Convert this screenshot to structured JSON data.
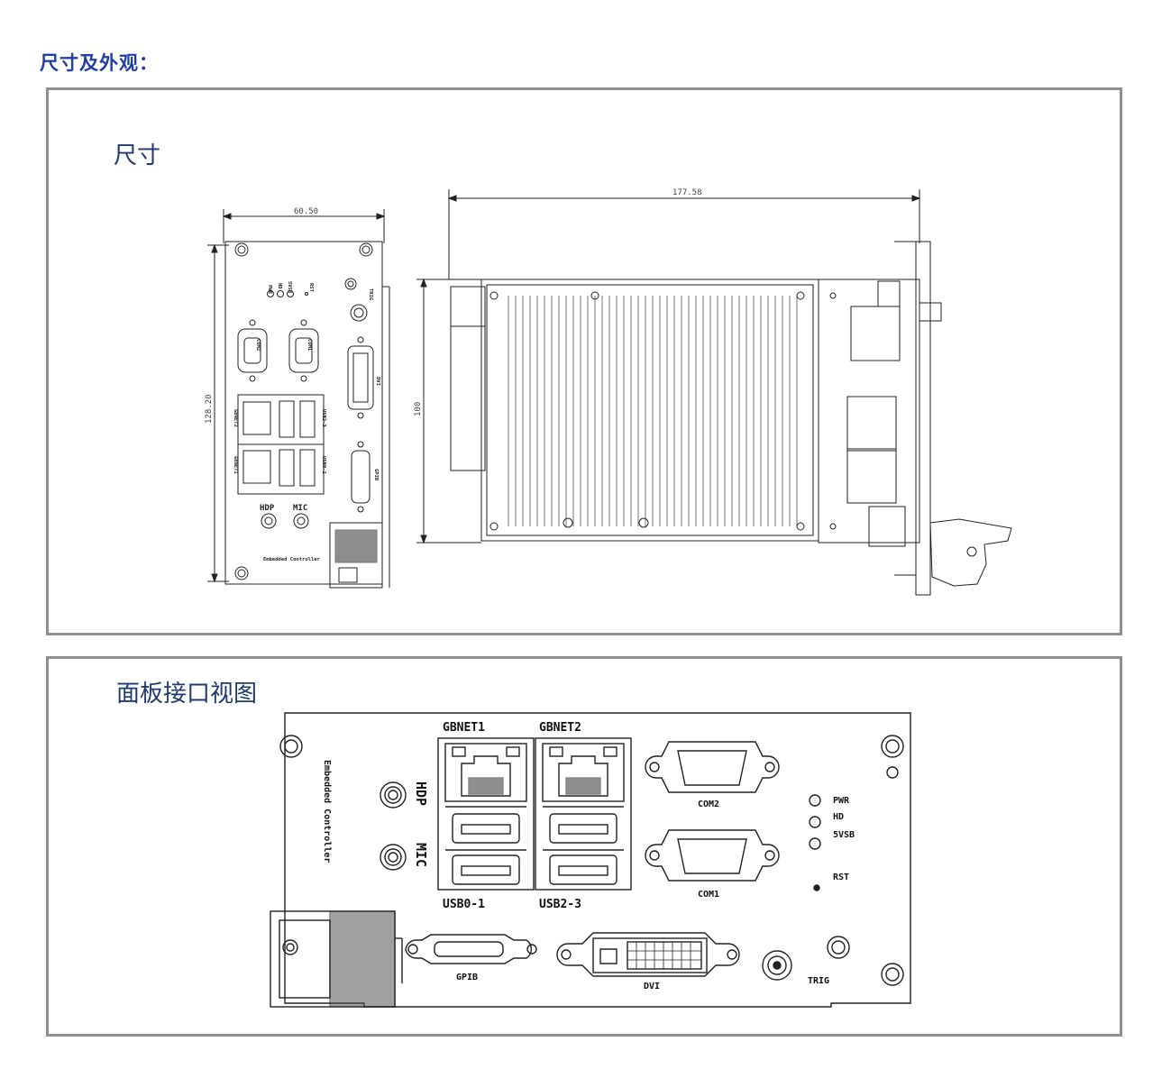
{
  "heading": "尺寸及外观：",
  "panel_dimensions": {
    "title": "尺寸",
    "dim_width_front": "60.50",
    "dim_height_front": "128.20",
    "dim_length_side": "177.58",
    "dim_height_side": "100",
    "front_labels": {
      "pwr": "PWR",
      "hd": "HD",
      "vsb": "5VSB",
      "rst": "RST",
      "trig": "TRIG",
      "com2": "COM2",
      "com1": "COM1",
      "dvi": "DVI",
      "gbnet2": "GBNET2",
      "gbnet1": "GBNET1",
      "usb23": "USB2-3",
      "usb01": "USB0-1",
      "gpib": "GPIB",
      "hdp": "HDP",
      "mic": "MIC",
      "brand": "Embedded Controller"
    }
  },
  "panel_interfaces": {
    "title": "面板接口视图",
    "labels": {
      "gbnet1": "GBNET1",
      "gbnet2": "GBNET2",
      "usb01": "USB0-1",
      "usb23": "USB2-3",
      "hdp": "HDP",
      "mic": "MIC",
      "com2": "COM2",
      "com1": "COM1",
      "pwr": "PWR",
      "hd": "HD",
      "vsb": "5VSB",
      "rst": "RST",
      "gpib": "GPIB",
      "dvi": "DVI",
      "trig": "TRIG",
      "brand": "Embedded Controller"
    }
  },
  "colors": {
    "heading": "#1f3ea8",
    "title": "#1f3a6e",
    "border": "#8f8f8f",
    "line": "#222222"
  }
}
